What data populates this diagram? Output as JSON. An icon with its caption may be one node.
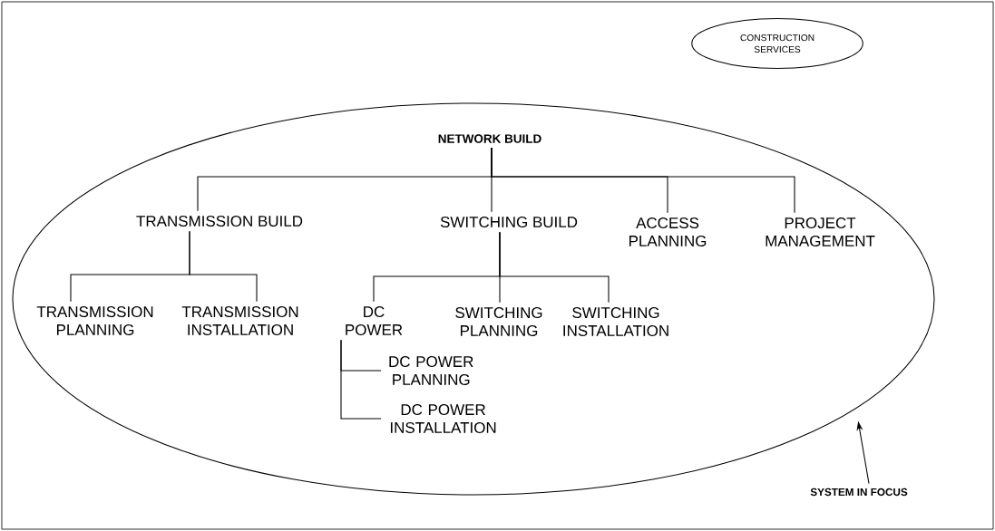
{
  "diagram": {
    "nodes": [
      {
        "text": [],
        "shape": "ellipse"
      },
      {
        "text": [
          "CONSTRUCTION SERVICES"
        ]
      },
      {
        "text": [
          "SYSTEM IN FOCUS"
        ]
      },
      {
        "text": [
          "NETWORK BUILD"
        ],
        "in": 0
      },
      {
        "text": [
          "TRANSMISSION BUILD"
        ],
        "in": 0
      },
      {
        "text": [
          "SWITCHING BUILD"
        ],
        "in": 0
      },
      {
        "text": [
          "ACCESS PLANNING"
        ],
        "in": 0
      },
      {
        "text": [
          "PROJECT MANAGEMENT"
        ],
        "in": 0
      },
      {
        "text": [
          "TRANSMISSION PLANNING"
        ],
        "in": 0
      },
      {
        "text": [
          "TRANSMISSION INSTALLATION"
        ],
        "in": 0
      },
      {
        "text": [
          "DC POWER"
        ],
        "in": 0
      },
      {
        "text": [
          "SWITCHING PLANNING"
        ],
        "in": 0
      },
      {
        "text": [
          "SWITCHING INSTALLATION"
        ],
        "in": 0
      },
      {
        "text": [
          "DC POWER PLANNING"
        ],
        "in": 0
      },
      {
        "text": [
          "DC POWER INSTALLATION"
        ],
        "in": 0
      }
    ],
    "edges": [
      {
        "from": 3,
        "to": 4,
        "arrow": "none"
      },
      {
        "from": 3,
        "to": 5,
        "arrow": "none"
      },
      {
        "from": 3,
        "to": 6,
        "arrow": "none"
      },
      {
        "from": 3,
        "to": 7,
        "arrow": "none"
      },
      {
        "from": 4,
        "to": 8,
        "arrow": "none"
      },
      {
        "from": 4,
        "to": 9,
        "arrow": "none"
      },
      {
        "from": 5,
        "to": 10,
        "arrow": "none"
      },
      {
        "from": 5,
        "to": 11,
        "arrow": "none"
      },
      {
        "from": 5,
        "to": 12,
        "arrow": "none"
      },
      {
        "from": 10,
        "to": 13,
        "arrow": "none"
      },
      {
        "from": 10,
        "to": 14,
        "arrow": "none"
      },
      {
        "from": 2,
        "to": 0,
        "arrow": "to"
      }
    ]
  }
}
